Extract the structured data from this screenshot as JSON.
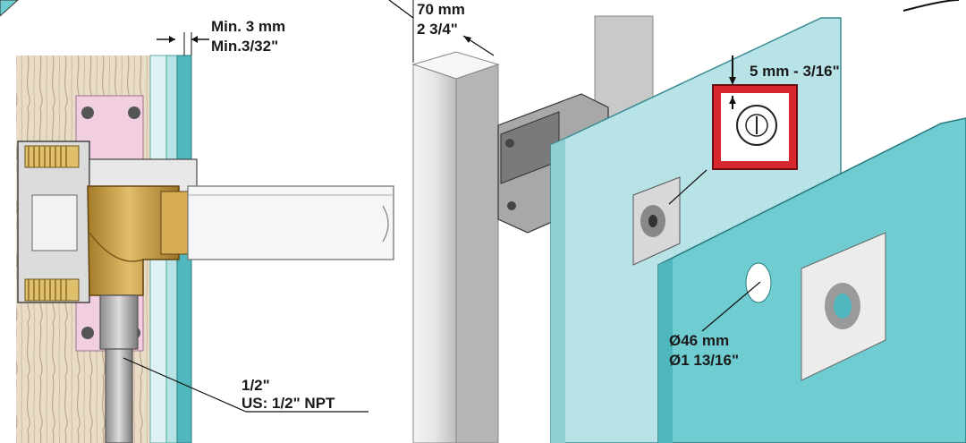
{
  "labels": {
    "gap_mm": "Min. 3 mm",
    "gap_in": "Min.3/32\"",
    "wall_mm": "70 mm",
    "wall_in": "2 3/4\"",
    "screw_offset": "5 mm - 3/16\"",
    "hole_mm": "Ø46 mm",
    "hole_in": "Ø1 13/16\"",
    "pipe_size": "1/2\"",
    "pipe_thread": "US: 1/2\" NPT"
  },
  "colors": {
    "wood": "#e9dcc6",
    "wood_grain": "#b9a78c",
    "board": "#b8e3e6",
    "board_face": "#6fcdd2",
    "board_dark": "#4fb7bd",
    "brass": "#c9a04a",
    "frame": "#e0e0e0",
    "pink_plate": "#f2cfe0",
    "callout_red": "#d8282f"
  }
}
